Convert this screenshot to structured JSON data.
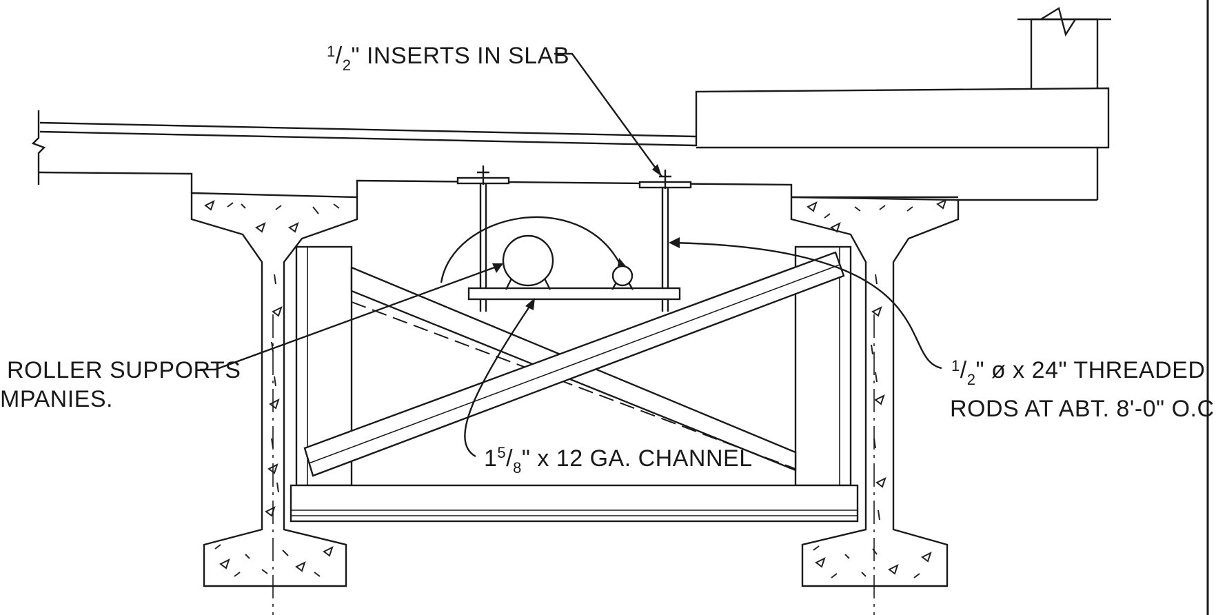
{
  "labels": {
    "inserts": {
      "fraction_num": "1",
      "fraction_den": "2",
      "text": "\" INSERTS IN SLAB"
    },
    "roller": {
      "line1": "ROLLER SUPPORTS",
      "line2": "MPANIES."
    },
    "rods": {
      "fraction_num": "1",
      "fraction_den": "2",
      "line1": "\" ø x 24\" THREADED",
      "line2": "RODS AT ABT. 8'-0\" O.C."
    },
    "channel": {
      "whole": "1",
      "fraction_num": "5",
      "fraction_den": "8",
      "text": "\" x 12 GA. CHANNEL"
    }
  },
  "colors": {
    "ink": "#1a1a1a",
    "paper": "#ffffff"
  }
}
